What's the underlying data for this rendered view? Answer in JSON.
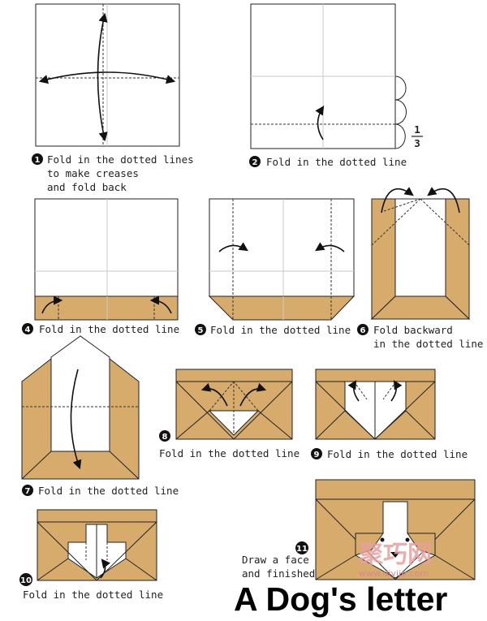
{
  "title": "A Dog's letter",
  "watermark": {
    "cn": "聚巧网",
    "url": "www.diyiju.com"
  },
  "fraction": {
    "num": "1",
    "den": "3"
  },
  "steps": [
    {
      "num": "1",
      "lines": [
        "Fold in the dotted lines",
        "to make creases",
        "and fold back"
      ]
    },
    {
      "num": "2",
      "lines": [
        "Fold in the dotted line"
      ]
    },
    {
      "num": "4",
      "lines": [
        "Fold in the dotted line"
      ]
    },
    {
      "num": "5",
      "lines": [
        "Fold in the dotted line"
      ]
    },
    {
      "num": "6",
      "lines": [
        "Fold backward",
        "in the dotted line"
      ]
    },
    {
      "num": "7",
      "lines": [
        "Fold in the dotted line"
      ]
    },
    {
      "num": "8",
      "lines": [
        "Fold in the dotted line"
      ]
    },
    {
      "num": "9",
      "lines": [
        "Fold in the dotted line"
      ]
    },
    {
      "num": "10",
      "lines": [
        "Fold in the dotted line"
      ]
    },
    {
      "num": "11",
      "lines": [
        "Draw a face",
        "and finished"
      ]
    }
  ],
  "colors": {
    "kraft": "#d7ab6b",
    "paper": "#ffffff",
    "ink": "#222222",
    "watermark": "#e8a0a0"
  }
}
